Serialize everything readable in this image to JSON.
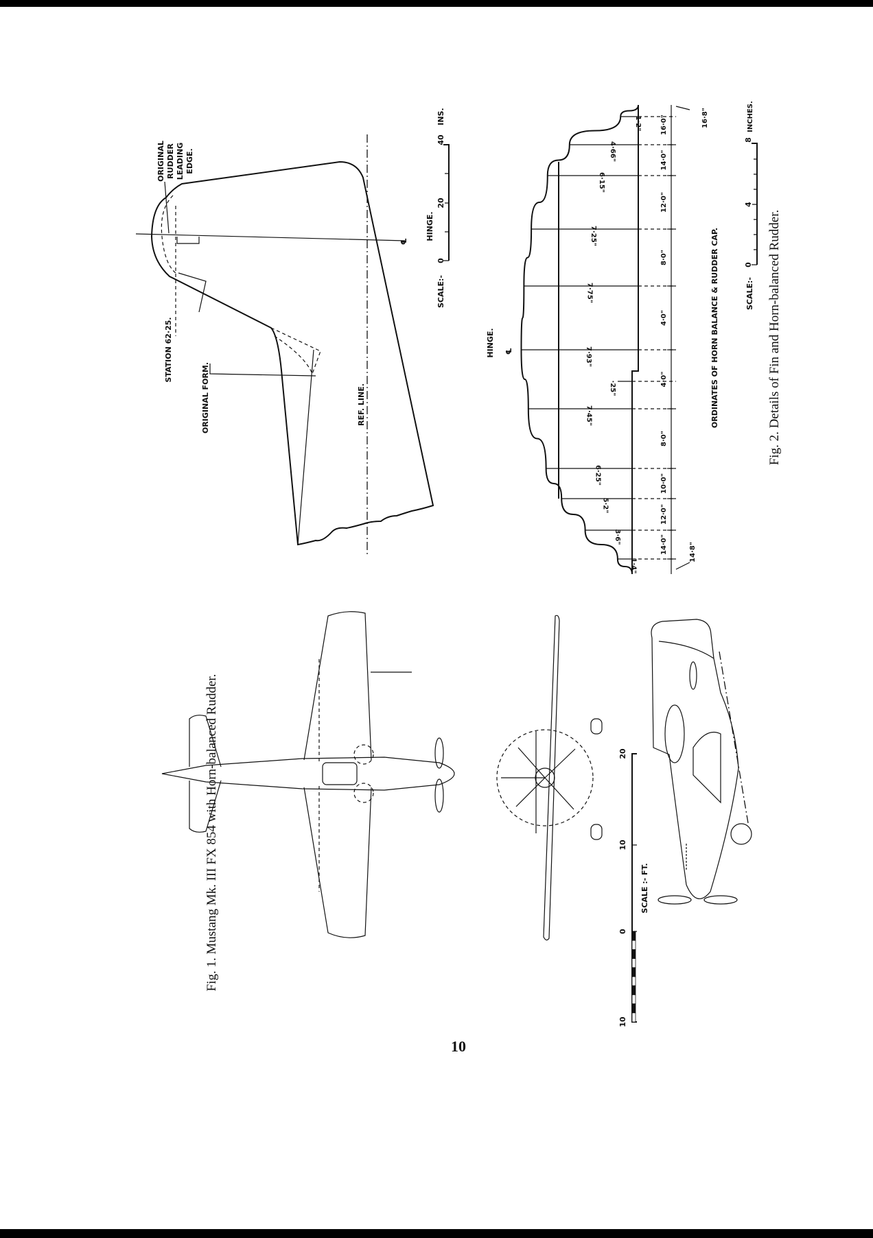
{
  "page_number": "10",
  "figure1": {
    "caption": "Fig. 1.   Mustang Mk. III FX 854 with Horn-balanced Rudder.",
    "scale": {
      "label": "SCALE :-  FT.",
      "ticks": [
        "10",
        "0",
        "10",
        "20"
      ]
    }
  },
  "figure2": {
    "caption": "Fig. 2.   Details of Fin and Horn-balanced Rudder.",
    "fin": {
      "labels": {
        "original_rudder_leading_edge": [
          "ORIGINAL",
          "RUDDER",
          "LEADING",
          "EDGE."
        ],
        "station": "STATION  62·25.",
        "original_form": "ORIGINAL FORM.",
        "ref_line": "REF. LINE.",
        "hinge": "HINGE.",
        "hinge_symbol": "℄"
      },
      "scale": {
        "label": "SCALE:-",
        "ticks": [
          "0",
          "20",
          "40"
        ],
        "unit": "INS."
      }
    },
    "ordinates": {
      "title": "ORDINATES  OF  HORN  BALANCE  &  RUDDER CAP.",
      "hinge_label": "HINGE.",
      "hinge_symbol": "℄",
      "values": [
        "1·2\"",
        "4·66\"",
        "6·15\"",
        "7·25\"",
        "7·75\"",
        "7·93\"",
        "·25\"",
        "7·45\"",
        "6·25\"",
        "5·2\"",
        "3·6\"",
        "1·4\""
      ],
      "ordinate_inches": [
        1.2,
        4.66,
        6.15,
        7.25,
        7.75,
        7.93,
        0.25,
        7.45,
        6.25,
        5.2,
        3.6,
        1.4
      ],
      "spacings": [
        "16·0\"",
        "14·0\"",
        "12·0\"",
        "8·0\"",
        "4·0\"",
        "4·0\"",
        "8·0\"",
        "10·0\"",
        "12·0\"",
        "14·0\""
      ],
      "end_dims": {
        "top": "16·8\"",
        "bottom": "14·8\""
      },
      "scale": {
        "label": "SCALE:-",
        "ticks": [
          "0",
          "4",
          "8"
        ],
        "unit": "INCHES."
      }
    }
  }
}
